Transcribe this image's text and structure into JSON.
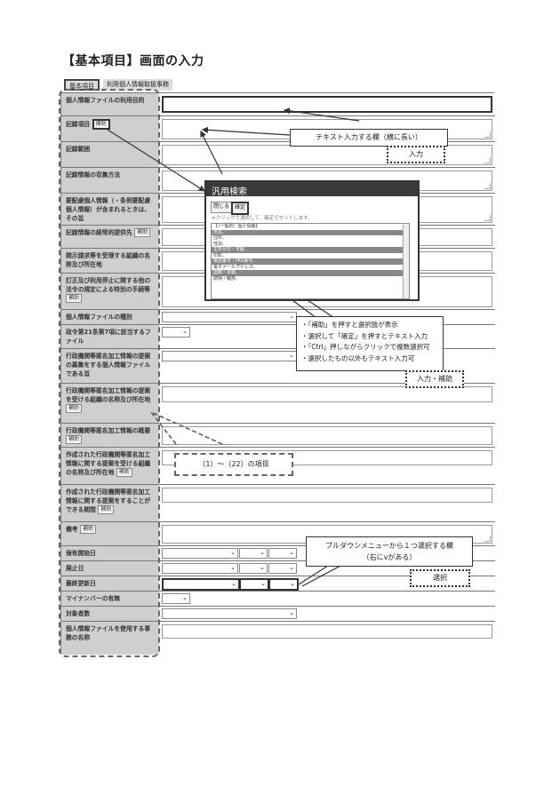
{
  "title": "【基本項目】画面の入力",
  "tabs": [
    "基本項目",
    "利用個人情報取扱事務"
  ],
  "help_label": "補助",
  "rows": [
    {
      "label": "個人情報ファイルの利用目的"
    },
    {
      "label": "記録項目"
    },
    {
      "label": "記録範囲"
    },
    {
      "label": "記録情報の収集方法"
    },
    {
      "label": "要配慮個人情報（・条例要配慮個人情報）が含まれるときは、その旨"
    },
    {
      "label": "記録情報の経常的提供先"
    },
    {
      "label": "開示請求等を受理する組織の名称及び所在地"
    },
    {
      "label": "訂正及び利用停止に関する他の法令の規定による特別の手続等"
    },
    {
      "label": "個人情報ファイルの種別"
    },
    {
      "label": "政令第21条第7項に該当するファイル"
    },
    {
      "label": "行政機関等匿名加工情報の提案の募集をする個人情報ファイルである旨"
    },
    {
      "label": "行政機関等匿名加工情報の提案を受ける組織の名称及び所在地"
    },
    {
      "label": "行政機関等匿名加工情報の概要"
    },
    {
      "label": "作成された行政機関等匿名加工情報に関する提案を受ける組織の名称及び所在地"
    },
    {
      "label": "作成された行政機関等匿名加工情報に関する提案をすることができる期間"
    },
    {
      "label": "備考"
    },
    {
      "label": "保有開始日"
    },
    {
      "label": "廃止日"
    },
    {
      "label": "最終更新日"
    },
    {
      "label": "マイナンバーの有無"
    },
    {
      "label": "対象者数"
    },
    {
      "label": "個人情報ファイルを使用する事務の名称"
    }
  ],
  "popup": {
    "title": "汎用検索",
    "close": "閉じる",
    "confirm": "確定",
    "hint": "※クリックで選択して、確定でセットします。",
    "items": [
      "【（一般的）個人情報】",
      "氏名、",
      "住所、",
      "性別、",
      "生年月日・年齢、",
      "印影、",
      "電話番号・FAX番号、",
      "電子メールアドレス、",
      "国籍・本籍、",
      "続柄・親族、"
    ]
  },
  "callouts": {
    "text_field": "テキスト入力する欄（横に長い）",
    "input": "入力",
    "helper_notes": [
      "・「補助」を押すと選択肢が表示",
      "・選択して「確定」を押すとテキスト入力",
      "・「Ctrl」押しながらクリックで複数選択可",
      "・選択したもの以外もテキスト入力可"
    ],
    "input_helper": "入力・補助",
    "items_range": "（1）～（22）の項目",
    "pulldown": [
      "プルダウンメニューから１つ選択する欄",
      "（右にⅴがある）"
    ],
    "select": "選択"
  }
}
